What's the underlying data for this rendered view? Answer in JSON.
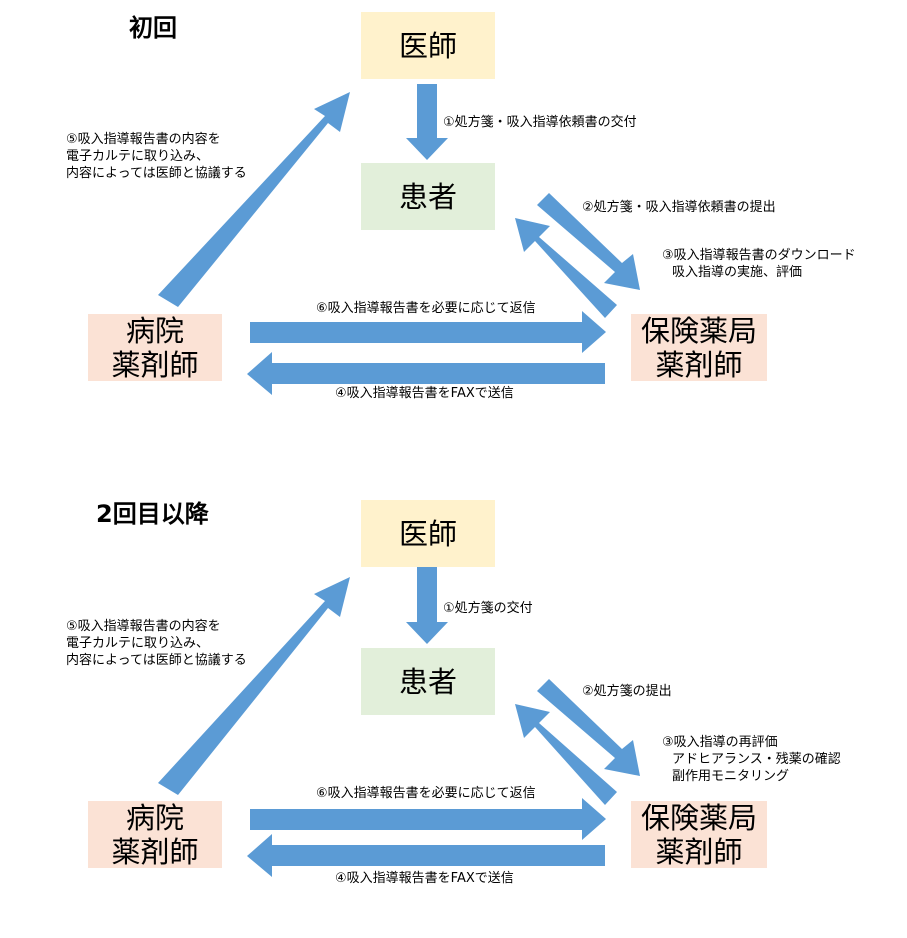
{
  "sections": [
    {
      "title": "初回",
      "boxes": {
        "doctor": "医師",
        "patient": "患者",
        "hospital_line1": "病院",
        "hospital_line2": "薬剤師",
        "pharmacy_line1": "保険薬局",
        "pharmacy_line2": "薬剤師"
      },
      "labels": {
        "step1": "①処方箋・吸入指導依頼書の交付",
        "step2": "②処方箋・吸入指導依頼書の提出",
        "step3_line1": "③吸入指導報告書のダウンロード",
        "step3_line2": "吸入指導の実施、評価",
        "step3_line3": "",
        "step4": "④吸入指導報告書をFAXで送信",
        "step5_line1": "⑤吸入指導報告書の内容を",
        "step5_line2": "電子カルテに取り込み、",
        "step5_line3": "内容によっては医師と協議する",
        "step6": "⑥吸入指導報告書を必要に応じて返信"
      }
    },
    {
      "title": "2回目以降",
      "boxes": {
        "doctor": "医師",
        "patient": "患者",
        "hospital_line1": "病院",
        "hospital_line2": "薬剤師",
        "pharmacy_line1": "保険薬局",
        "pharmacy_line2": "薬剤師"
      },
      "labels": {
        "step1": "①処方箋の交付",
        "step2": "②処方箋の提出",
        "step3_line1": "③吸入指導の再評価",
        "step3_line2": "アドヒアランス・残薬の確認",
        "step3_line3": "副作用モニタリング",
        "step4": "④吸入指導報告書をFAXで送信",
        "step5_line1": "⑤吸入指導報告書の内容を",
        "step5_line2": "電子カルテに取り込み、",
        "step5_line3": "内容によっては医師と協議する",
        "step6": "⑥吸入指導報告書を必要に応じて返信"
      }
    }
  ],
  "colors": {
    "arrow": "#5b9bd5",
    "doctor_box": "#fff2cc",
    "patient_box": "#e2efda",
    "pharmacist_box": "#fbe2d5"
  }
}
